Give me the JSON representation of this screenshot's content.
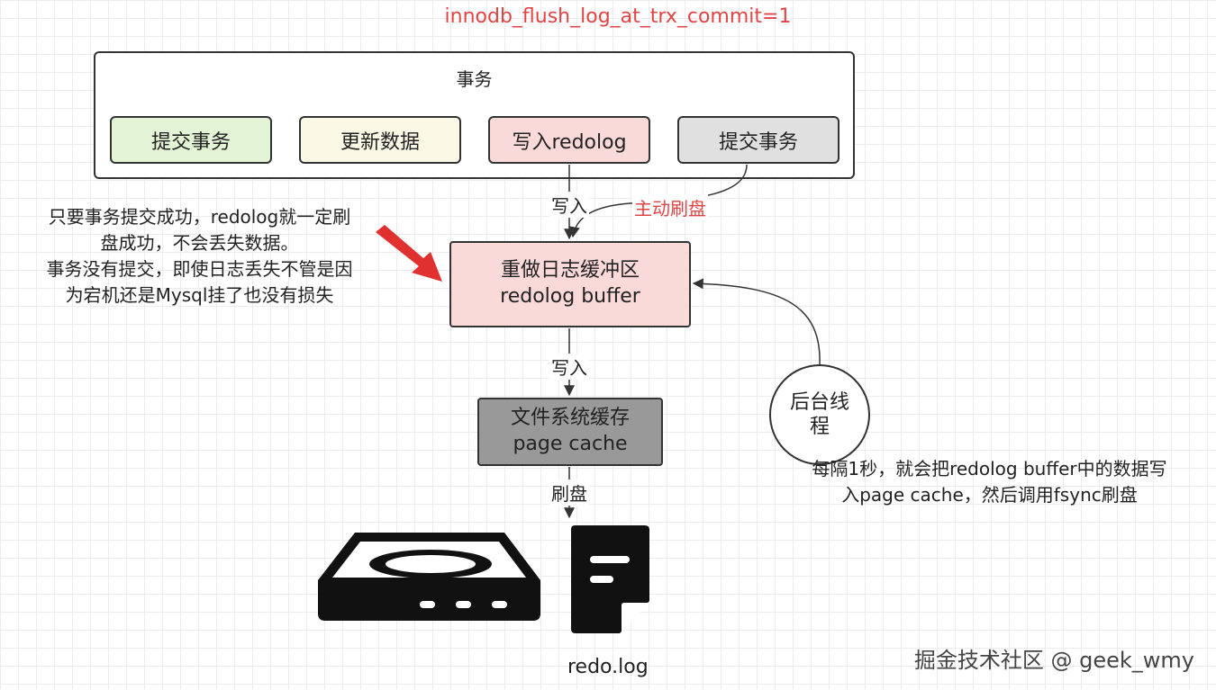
{
  "title": "innodb_flush_log_at_trx_commit=1",
  "transaction": {
    "label": "事务",
    "steps": [
      {
        "label": "提交事务",
        "color": "#e3f3d6"
      },
      {
        "label": "更新数据",
        "color": "#fbf8e6"
      },
      {
        "label": "写入redolog",
        "color": "#fad9d9"
      },
      {
        "label": "提交事务",
        "color": "#e0e0e0"
      }
    ]
  },
  "redolog_buffer": {
    "line1": "重做日志缓冲区",
    "line2": "redolog buffer",
    "color": "#fad9d9"
  },
  "page_cache": {
    "line1": "文件系统缓存",
    "line2": "page cache",
    "color": "#999999"
  },
  "edges": {
    "write_1": "写入",
    "active_flush": "主动刷盘",
    "write_2": "写入",
    "flush": "刷盘"
  },
  "annotation_left": {
    "line1": "只要事务提交成功，redolog就一定刷",
    "line2": "盘成功，不会丢失数据。",
    "line3": "事务没有提交，即使日志丢失不管是因",
    "line4": "为宕机还是Mysql挂了也没有损失"
  },
  "background_thread": {
    "line1": "后台线",
    "line2": "程"
  },
  "annotation_right": {
    "line1": "每隔1秒，就会把redolog buffer中的数据写",
    "line2": "入page cache，然后调用fsync刷盘"
  },
  "disk_icon": "hard-disk-icon",
  "file_icon": "document-file-icon",
  "file_label": "redo.log",
  "colors": {
    "title": "#e04545",
    "active_flush": "#e04545",
    "red_arrow": "#e03030"
  },
  "watermark": "掘金技术社区 @ geek_wmy"
}
